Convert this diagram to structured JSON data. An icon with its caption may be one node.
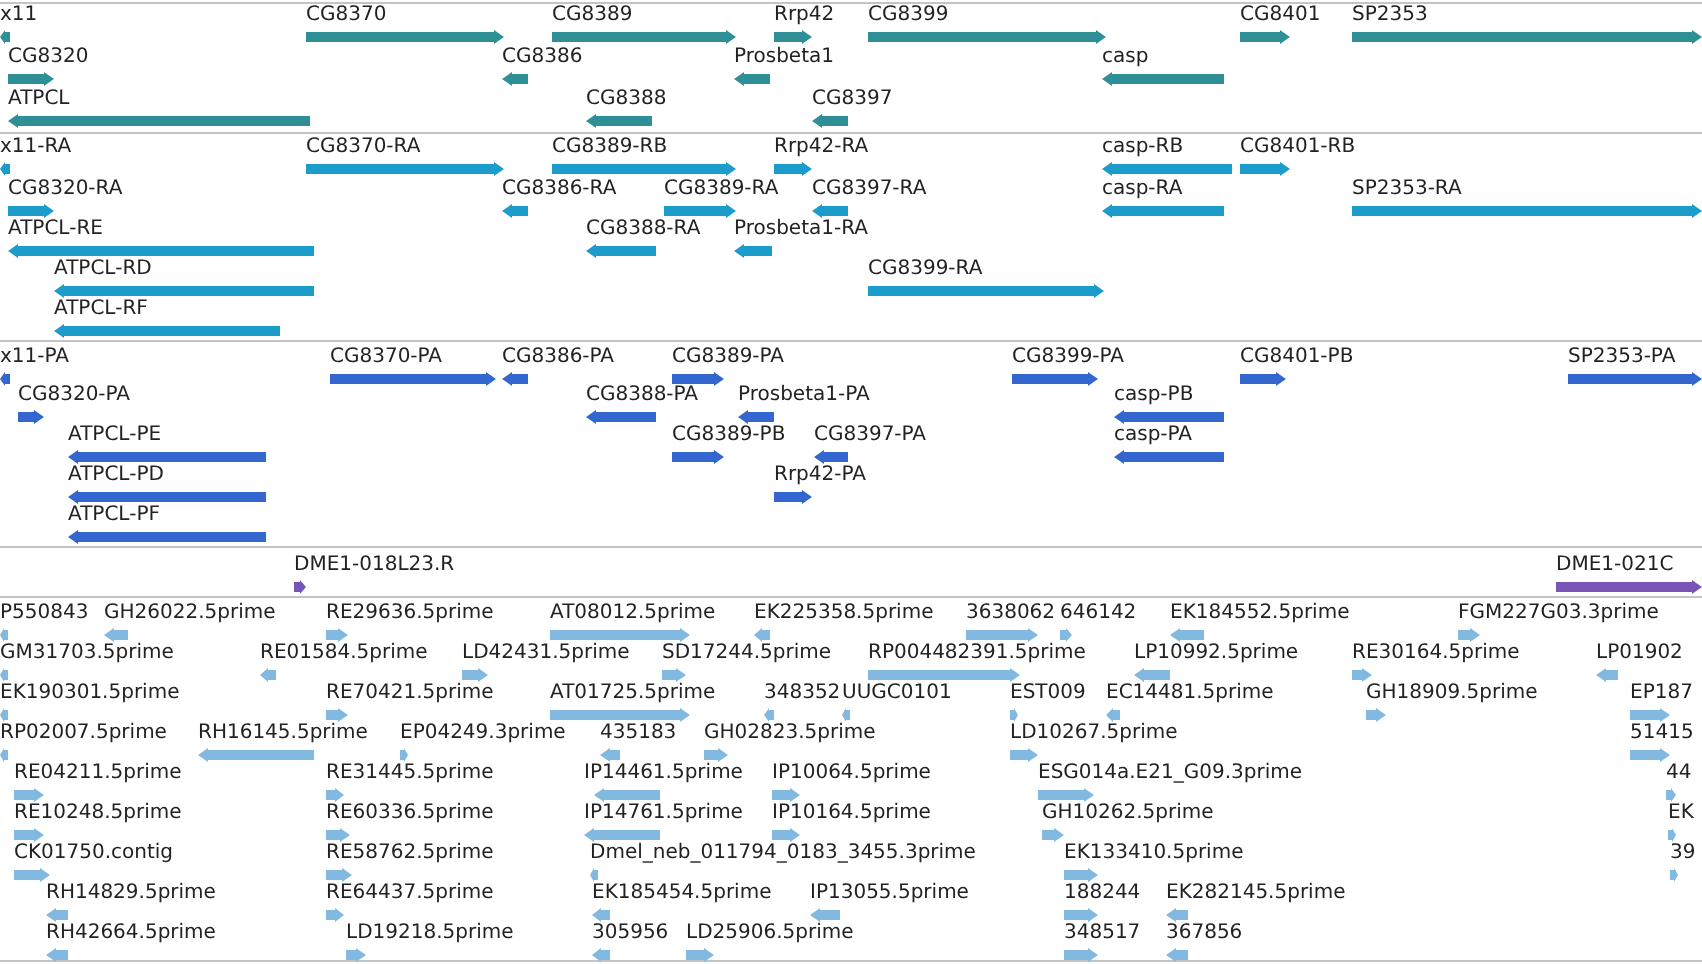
{
  "diagram": {
    "labels": [
      "x11",
      "CG8370",
      "CG8389",
      "Rrp42",
      "CG8399",
      "CG8401",
      "SP2353",
      "CG8320",
      "CG8386",
      "Prosbeta1",
      "casp",
      "ATPCL",
      "CG8388",
      "CG8397",
      "x11-RA",
      "CG8370-RA",
      "CG8389-RB",
      "Rrp42-RA",
      "casp-RB",
      "CG8401-RB",
      "CG8320-RA",
      "CG8386-RA",
      "CG8389-RA",
      "CG8397-RA",
      "casp-RA",
      "SP2353-RA",
      "ATPCL-RE",
      "CG8388-RA",
      "Prosbeta1-RA",
      "ATPCL-RD",
      "CG8399-RA",
      "ATPCL-RF",
      "x11-PA",
      "CG8370-PA",
      "CG8386-PA",
      "CG8389-PA",
      "CG8399-PA",
      "CG8401-PB",
      "SP2353-PA",
      "CG8320-PA",
      "CG8388-PA",
      "Prosbeta1-PA",
      "casp-PB",
      "ATPCL-PE",
      "CG8389-PB",
      "CG8397-PA",
      "casp-PA",
      "ATPCL-PD",
      "Rrp42-PA",
      "ATPCL-PF",
      "DME1-018L23.R",
      "DME1-021C",
      "P550843",
      "GH26022.5prime",
      "RE29636.5prime",
      "AT08012.5prime",
      "EK225358.5prime",
      "3638062",
      "646142",
      "EK184552.5prime",
      "FGM227G03.3prime",
      "GM31703.5prime",
      "RE01584.5prime",
      "LD42431.5prime",
      "SD17244.5prime",
      "RP004482391.5prime",
      "LP10992.5prime",
      "RE30164.5prime",
      "LP01902",
      "EK190301.5prime",
      "RE70421.5prime",
      "AT01725.5prime",
      "348352",
      "UUGC0101",
      "EST009",
      "EC14481.5prime",
      "GH18909.5prime",
      "EP187",
      "RP02007.5prime",
      "RH16145.5prime",
      "EP04249.3prime",
      "435183",
      "GH02823.5prime",
      "LD10267.5prime",
      "51415",
      "RE04211.5prime",
      "RE31445.5prime",
      "IP14461.5prime",
      "IP10064.5prime",
      "ESG014a.E21_G09.3prime",
      "44",
      "RE10248.5prime",
      "RE60336.5prime",
      "IP14761.5prime",
      "IP10164.5prime",
      "GH10262.5prime",
      "EK",
      "CK01750.contig",
      "RE58762.5prime",
      "Dmel_neb_011794_0183_3455.3prime",
      "EK133410.5prime",
      "39",
      "RH14829.5prime",
      "RE64437.5prime",
      "EK185454.5prime",
      "IP13055.5prime",
      "188244",
      "EK282145.5prime",
      "RH42664.5prime",
      "LD19218.5prime",
      "305956",
      "LD25906.5prime",
      "348517",
      "367856"
    ]
  }
}
